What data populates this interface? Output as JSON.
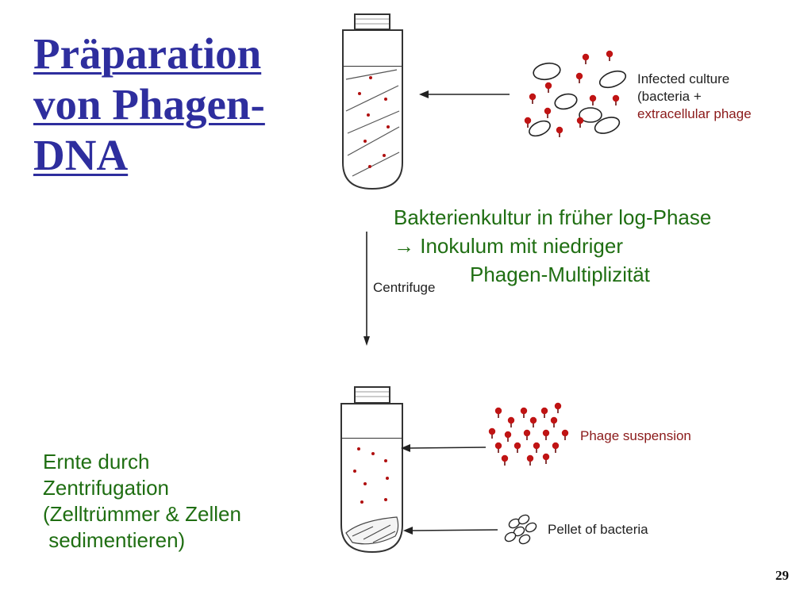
{
  "title": {
    "line1": "Präparation",
    "line2": "von Phagen-",
    "line3": "DNA"
  },
  "top_note": {
    "line1": "Bakterienkultur in früher log-Phase",
    "line2": "→ Inokulum mit niedriger",
    "line3": "Phagen-Multiplizität"
  },
  "bottom_note": {
    "line1": "Ernte durch",
    "line2": "Zentrifugation",
    "line3": "(Zelltrümmer & Zellen",
    "line4": " sedimentieren)"
  },
  "labels": {
    "infected_1": "Infected culture",
    "infected_2": "(bacteria +",
    "infected_3": "extracellular phage",
    "centrifuge": "Centrifuge",
    "phage_suspension": "Phage suspension",
    "pellet": "Pellet of bacteria"
  },
  "page_number": "29",
  "colors": {
    "title": "#2e2e9e",
    "notes": "#1f6e12",
    "phage": "#b01010"
  }
}
